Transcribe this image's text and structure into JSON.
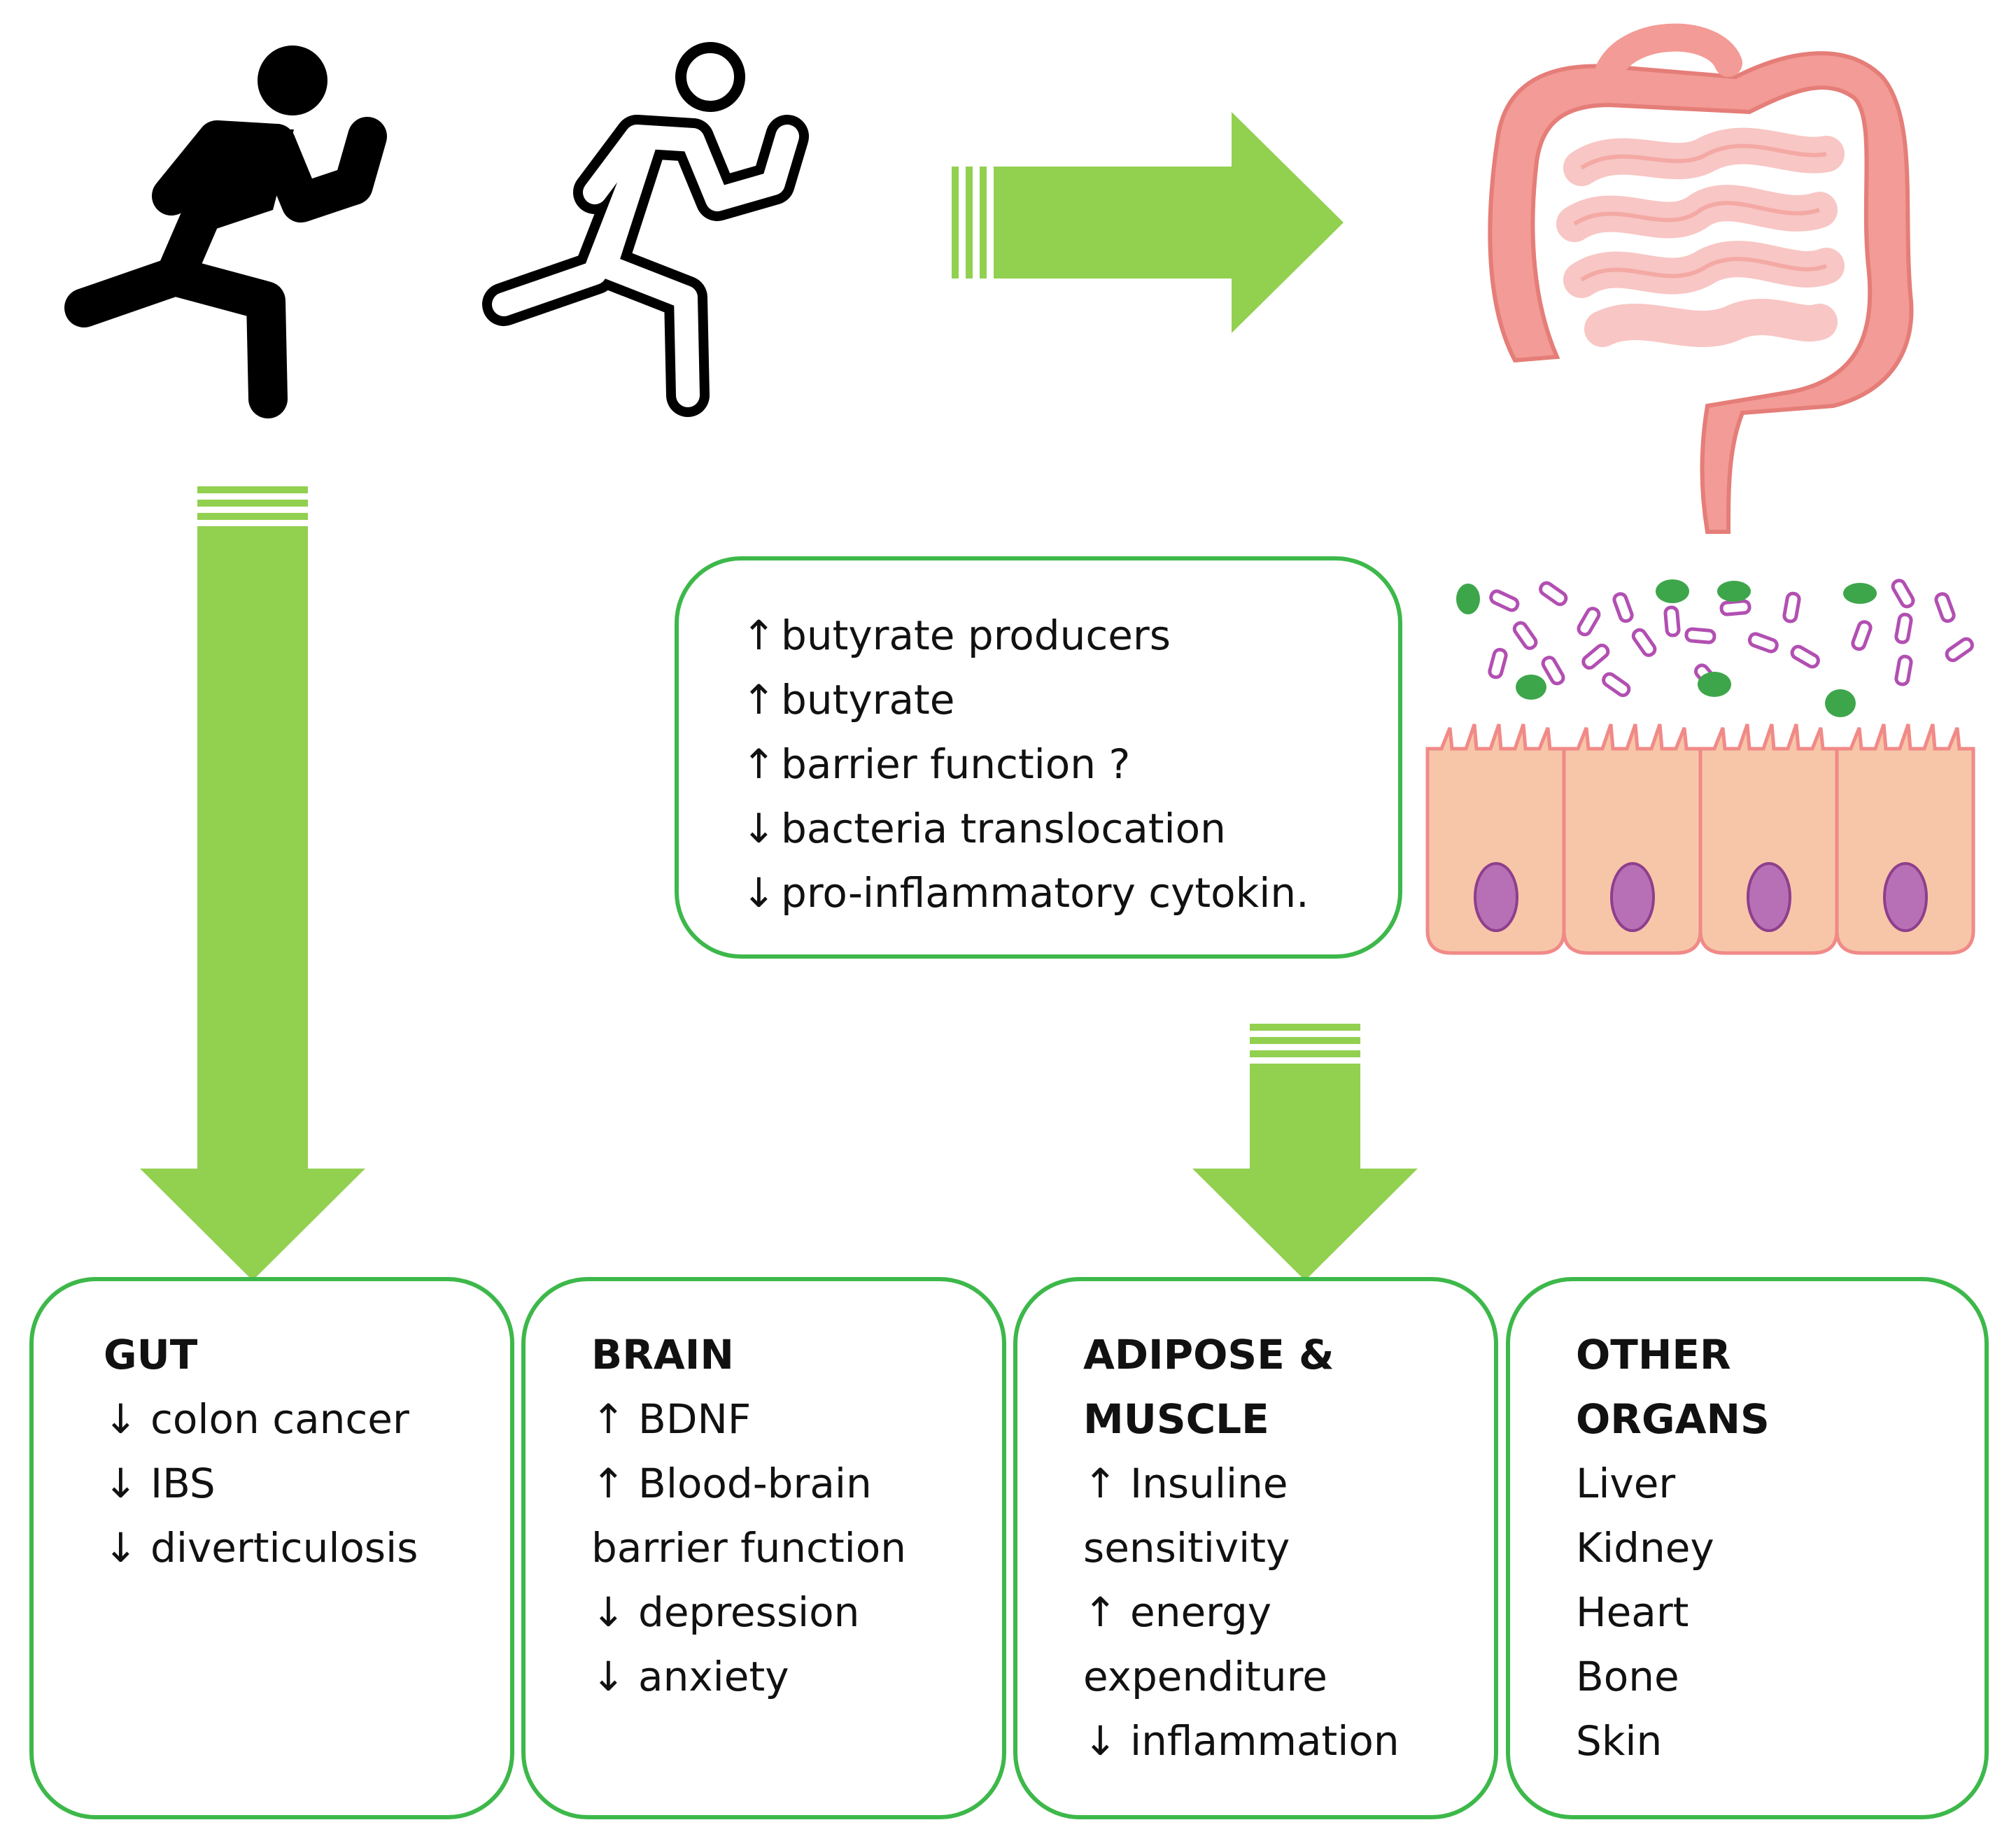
{
  "colors": {
    "arrow": "#92d050",
    "box_border": "#3db84a",
    "intestine": "#f39b96",
    "small_intestine": "#f8c6c4",
    "epithelium": "#f7c6a8",
    "epithelium_border": "#f08a88",
    "nucleus": "#b770b5",
    "bacteria_rod": "#b24fb2",
    "bacteria_cocci": "#3ea64a"
  },
  "icons": [
    "runner-filled-icon",
    "runner-outline-icon",
    "intestine-icon",
    "gut-epithelium-bacteria-icon"
  ],
  "microbiome_box": {
    "lines": [
      {
        "symbol": "↑",
        "text": "butyrate producers"
      },
      {
        "symbol": "↑",
        "text": "butyrate"
      },
      {
        "symbol": "↑",
        "text": "barrier function ?"
      },
      {
        "symbol": "↓",
        "text": "bacteria translocation"
      },
      {
        "symbol": "↓",
        "text": "pro-inflammatory cytokin."
      }
    ]
  },
  "organ_boxes": [
    {
      "title_lines": [
        "GUT"
      ],
      "lines": [
        "↓ colon cancer",
        "↓ IBS",
        "↓ diverticulosis"
      ]
    },
    {
      "title_lines": [
        "BRAIN"
      ],
      "lines": [
        "↑ BDNF",
        "↑ Blood-brain",
        "barrier function",
        "↓ depression",
        "↓ anxiety"
      ]
    },
    {
      "title_lines": [
        "ADIPOSE &",
        "MUSCLE"
      ],
      "lines": [
        "↑ Insuline",
        "sensitivity",
        "↑ energy",
        "expenditure",
        "↓ inflammation"
      ]
    },
    {
      "title_lines": [
        "OTHER",
        "ORGANS"
      ],
      "lines": [
        "Liver",
        "Kidney",
        "Heart",
        "Bone",
        "Skin"
      ]
    }
  ]
}
